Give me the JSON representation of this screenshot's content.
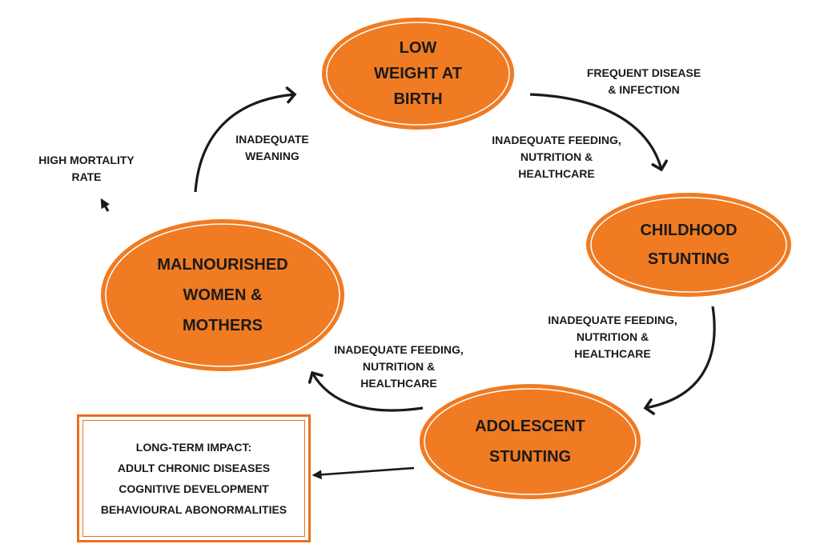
{
  "nodes": {
    "low_weight": "LOW\nWEIGHT AT\nBIRTH",
    "childhood": "CHILDHOOD\nSTUNTING",
    "adolescent": "ADOLESCENT\nSTUNTING",
    "malnourished": "MALNOURISHED\nWOMEN &\nMOTHERS"
  },
  "edge_labels": {
    "frequent_disease": "FREQUENT DISEASE\n& INFECTION",
    "feeding_1": "INADEQUATE FEEDING,\nNUTRITION &\nHEALTHCARE",
    "feeding_2": "INADEQUATE FEEDING,\nNUTRITION &\nHEALTHCARE",
    "feeding_3": "INADEQUATE FEEDING,\nNUTRITION &\nHEALTHCARE",
    "weaning": "INADEQUATE\nWEANING",
    "mortality": "HIGH MORTALITY\nRATE"
  },
  "impact": {
    "title": "LONG-TERM IMPACT:",
    "items": [
      "ADULT CHRONIC DISEASES",
      "COGNITIVE DEVELOPMENT",
      "BEHAVIOURAL ABONORMALITIES"
    ]
  },
  "colors": {
    "fill": "#f07b22",
    "outline": "#e86f22",
    "arrow": "#1a1a1a"
  }
}
